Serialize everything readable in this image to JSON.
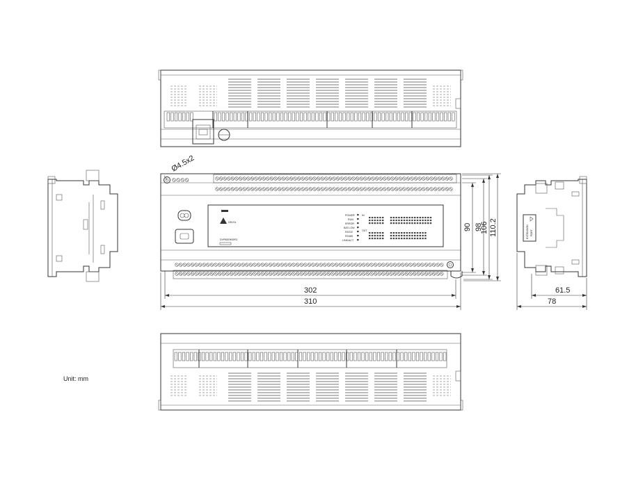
{
  "unit_label": "Unit: mm",
  "hole_label": "Ø4.5x2",
  "front_panel": {
    "brand": "DELTA",
    "model": "DVP60EH00R3",
    "led_labels": [
      "POWER",
      "RUN",
      "ERROR",
      "BAT.LOW",
      "RS232",
      "RS485",
      "LINK/ACT"
    ],
    "in_label": "IN",
    "out_label": "OUT"
  },
  "side_label": {
    "line1": "EXTENSION",
    "line2": "PORT"
  },
  "dimensions": {
    "width_inner": "302",
    "width_outer": "310",
    "h1": "90",
    "h2": "98",
    "h3": "106",
    "h4": "110.2",
    "depth_inner": "61.5",
    "depth_outer": "78"
  }
}
